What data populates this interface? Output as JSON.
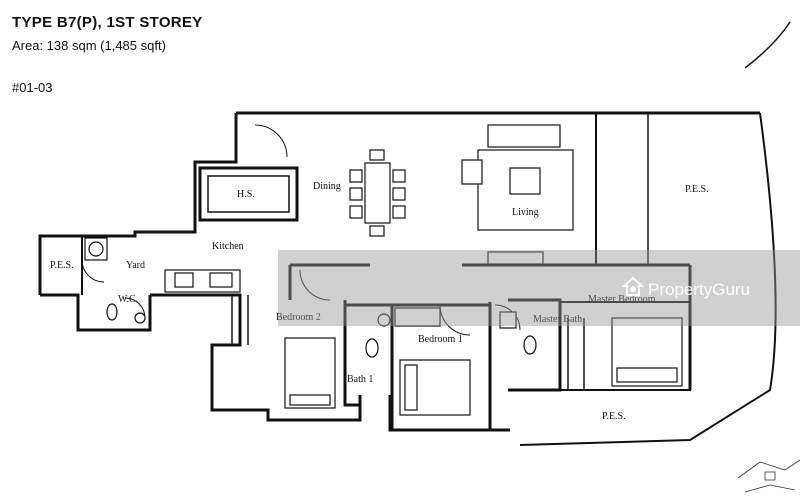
{
  "header": {
    "title": "TYPE B7(P), 1ST STOREY",
    "area": "Area: 138 sqm (1,485 sqft)",
    "unit": "#01-03"
  },
  "rooms": {
    "hs": "H.S.",
    "dining": "Dining",
    "living": "Living",
    "pes_top": "P.E.S.",
    "pes_left": "P.E.S.",
    "pes_bottom": "P.E.S.",
    "yard": "Yard",
    "kitchen": "Kitchen",
    "wc": "W.C.",
    "bedroom2": "Bedroom 2",
    "bath1": "Bath 1",
    "bedroom1": "Bedroom 1",
    "master_bath": "Master Bath",
    "master_bedroom": "Master Bedroom"
  },
  "watermark": {
    "text": "PropertyGuru"
  }
}
